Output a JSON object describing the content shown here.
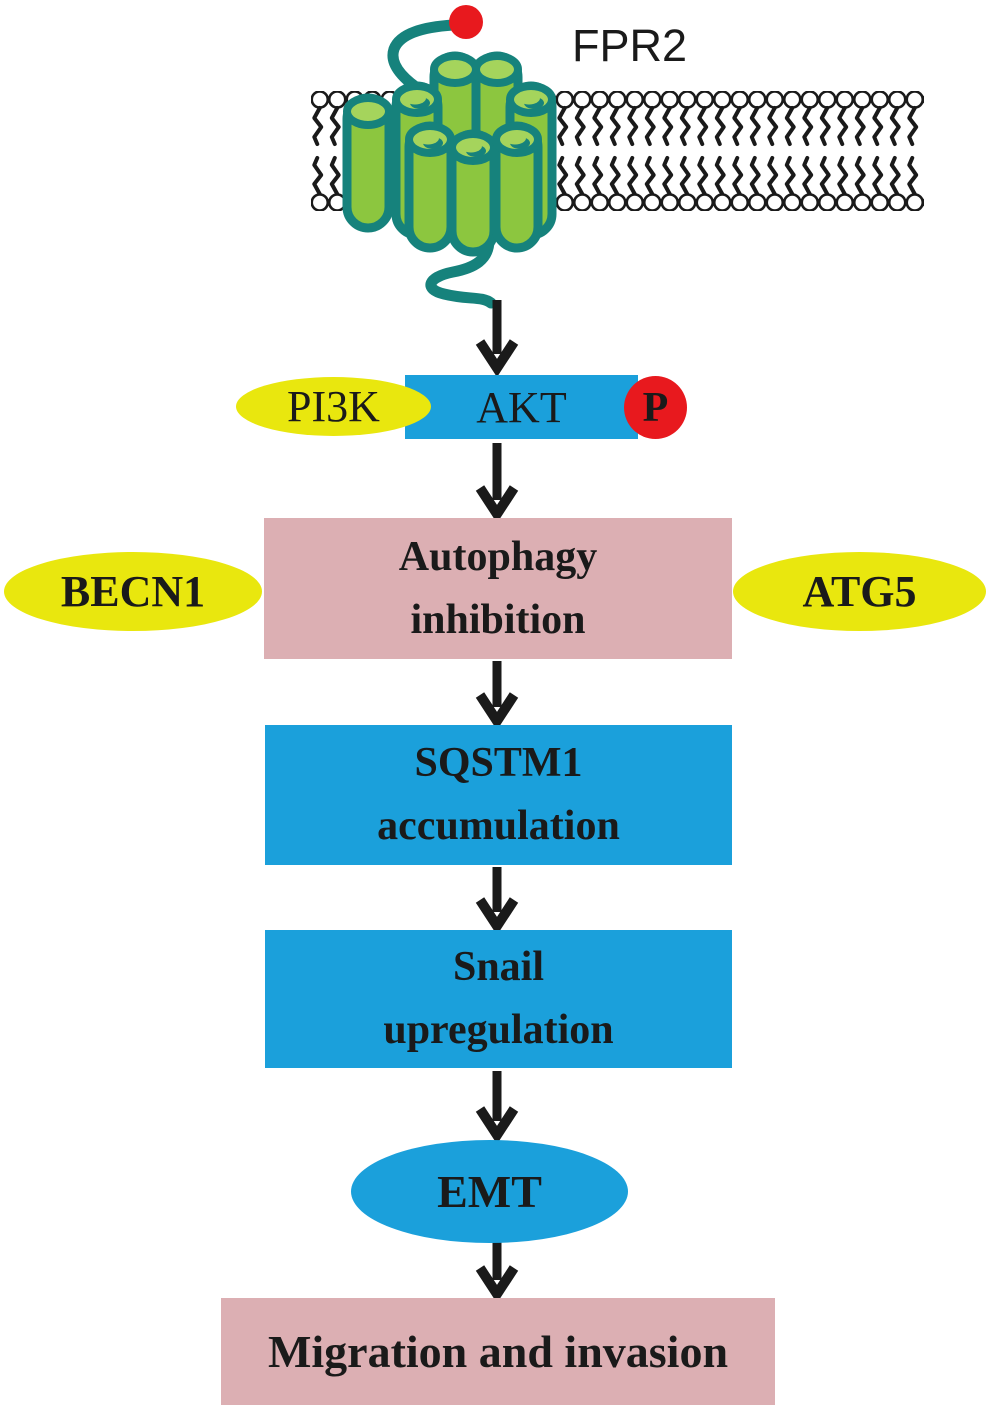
{
  "figure_type": "signaling-pathway-diagram",
  "labels": {
    "fpr2": "FPR2",
    "pi3k": "PI3K",
    "akt": "AKT",
    "phospho": "P",
    "becn1": "BECN1",
    "atg5": "ATG5",
    "autophagy": "Autophagy\ninhibition",
    "sqstm1": "SQSTM1\naccumulation",
    "snail": "Snail\nupregulation",
    "emt": "EMT",
    "migration": "Migration and invasion"
  },
  "edges": [
    [
      "FPR2",
      "AKT"
    ],
    [
      "AKT",
      "Autophagy inhibition"
    ],
    [
      "Autophagy inhibition",
      "SQSTM1 accumulation"
    ],
    [
      "SQSTM1 accumulation",
      "Snail upregulation"
    ],
    [
      "Snail upregulation",
      "EMT"
    ],
    [
      "EMT",
      "Migration and invasion"
    ]
  ],
  "icons": {
    "ligand": "red-dot",
    "membrane": "phospholipid-bilayer",
    "receptor": "seven-transmembrane-helix-bundle",
    "arrows": "down-arrow"
  },
  "colors": {
    "blue": "#1BA0DB",
    "pink": "#DCAFB3",
    "yellow": "#E9E70E",
    "red": "#E8191E",
    "teal": "#16827C",
    "green": "#8CC63F",
    "greenlight": "#A5D45C",
    "ink": "#1A1A1A"
  }
}
